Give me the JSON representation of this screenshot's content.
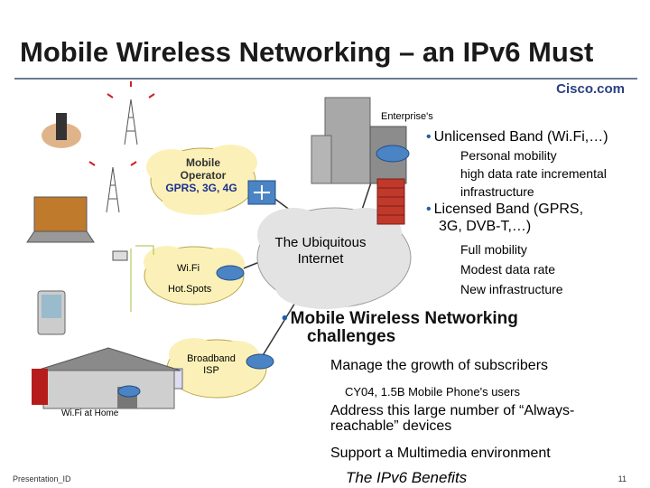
{
  "slide": {
    "title": "Mobile Wireless Networking – an IPv6 Must",
    "brand": "Cisco.com",
    "footer_left": "Presentation_ID",
    "page_number": "11"
  },
  "diagram": {
    "enterprise_label": "Enterprise's",
    "mobile_operator_line1": "Mobile",
    "mobile_operator_line2": "Operator",
    "mobile_operator_line3": "GPRS, 3G, 4G",
    "internet_line1": "The Ubiquitous",
    "internet_line2": "Internet",
    "wifi_label": "Wi.Fi",
    "hotspots_label": "Hot.Spots",
    "broadband_line1": "Broadband",
    "broadband_line2": "ISP",
    "wifi_home_label": "Wi.Fi at Home"
  },
  "bullets": {
    "unlicensed": "Unlicensed Band (Wi.Fi,…)",
    "unlicensed_sub": [
      "Personal mobility",
      "high data rate incremental",
      "infrastructure"
    ],
    "licensed_line1": "Licensed Band (GPRS,",
    "licensed_line2": "3G, DVB-T,…)",
    "licensed_sub": [
      "Full mobility",
      "Modest data rate",
      "New infrastructure"
    ],
    "challenges_line1": "Mobile Wireless Networking",
    "challenges_line2": "challenges",
    "manage": "Manage the growth of subscribers",
    "cy04": "CY04, 1.5B Mobile Phone's users",
    "address_line1": "Address this large number of “Always-",
    "address_line2": "reachable” devices",
    "support": "Support a Multimedia environment",
    "benefits": "The IPv6 Benefits"
  }
}
